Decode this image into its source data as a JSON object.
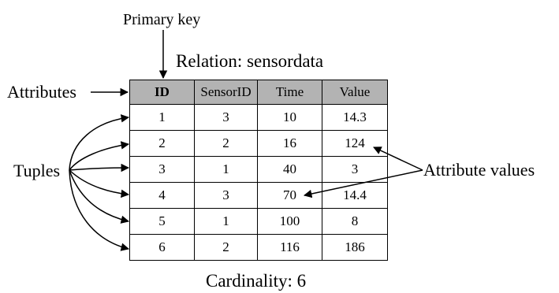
{
  "labels": {
    "primary_key": "Primary key",
    "relation_title": "Relation: sensordata",
    "attributes": "Attributes",
    "tuples": "Tuples",
    "attribute_values": "Attribute values",
    "cardinality": "Cardinality: 6"
  },
  "table": {
    "headers": [
      "ID",
      "SensorID",
      "Time",
      "Value"
    ],
    "rows": [
      [
        "1",
        "3",
        "10",
        "14.3"
      ],
      [
        "2",
        "2",
        "16",
        "124"
      ],
      [
        "3",
        "1",
        "40",
        "3"
      ],
      [
        "4",
        "3",
        "70",
        "14.4"
      ],
      [
        "5",
        "1",
        "100",
        "8"
      ],
      [
        "6",
        "2",
        "116",
        "186"
      ]
    ]
  },
  "colors": {
    "header_fill": "#b3b3b3",
    "line": "#000000"
  }
}
